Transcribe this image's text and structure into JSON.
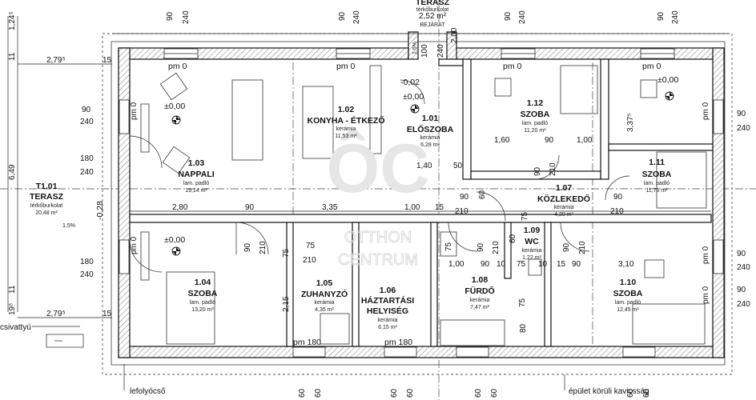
{
  "terrace_top": {
    "no": "TERASZ",
    "material": "térkőburkolat",
    "area": "2,52 m²",
    "entrance": "BEJÁRAT"
  },
  "terrace_left": {
    "no": "T1.01",
    "name": "TERASZ",
    "material": "térkőburkolat",
    "area": "20,48 m²",
    "slope": "1,5%",
    "slope2": "1,5%"
  },
  "rooms": {
    "r102": {
      "no": "1.02",
      "name": "KONYHA - ÉTKEZŐ",
      "material": "kerámia",
      "area": "11,53 m²"
    },
    "r101": {
      "no": "1.01",
      "name": "ELŐSZOBA",
      "material": "kerámia",
      "area": "6,28 m²"
    },
    "r112": {
      "no": "1.12",
      "name": "SZOBA",
      "material": "lam. padló",
      "area": "11,20 m²"
    },
    "r111": {
      "no": "1.11",
      "name": "SZOBA",
      "material": "lam. padló",
      "area": "11,75 m²"
    },
    "r103": {
      "no": "1.03",
      "name": "NAPPALI",
      "material": "lam. padló",
      "area": "19,14 m²"
    },
    "r107": {
      "no": "1.07",
      "name": "KÖZLEKEDŐ",
      "material": "kerámia",
      "area": "4,20 m²"
    },
    "r109": {
      "no": "1.09",
      "name": "WC",
      "material": "kerámia",
      "area": "1,22 m²"
    },
    "r104": {
      "no": "1.04",
      "name": "SZOBA",
      "material": "lam. padló",
      "area": "13,20 m²"
    },
    "r105": {
      "no": "1.05",
      "name": "ZUHANYZÓ",
      "material": "kerámia",
      "area": "4,35 m²"
    },
    "r106": {
      "no": "1.06",
      "name1": "HÁZTARTÁSI",
      "name2": "HELYISÉG",
      "material": "kerámia",
      "area": "6,15 m²"
    },
    "r108": {
      "no": "1.08",
      "name": "FÜRDŐ",
      "material": "kerámia",
      "area": "7,47 m²"
    },
    "r110": {
      "no": "1.10",
      "name": "SZOBA",
      "material": "lam. padló",
      "area": "12,45 m²"
    }
  },
  "levels": {
    "zero": "±0,00",
    "minus": "-0,02",
    "neg28": "-0,28",
    "pm0": "pm 0",
    "pm180": "pm 180"
  },
  "dims": {
    "d90": "90",
    "d240": "240",
    "d180": "180",
    "d210": "210",
    "d75": "75",
    "d60": "60",
    "d50": "50",
    "d15": "15",
    "d10": "10",
    "d100": "100",
    "d200": "2,00",
    "d15pct": "1,5%",
    "d124": "1,24⁵",
    "d11": "11",
    "d279": "2,79⁵",
    "d649": "6,49",
    "d19": "19⁵",
    "d280": "2,80",
    "d335": "3,35",
    "d100b": "1,00",
    "d160": "1,60",
    "d140": "1,40",
    "d337": "3,37⁵",
    "d215": "2,15",
    "d310": "3,10",
    "d80": "80"
  },
  "labels": {
    "pipe": "lefolyócső",
    "gravel": "épület körüli kavicsság",
    "drain": "csivattyú"
  },
  "watermark": {
    "logo": "ÔC",
    "line1": "OTTHON",
    "line2": "CENTRUM"
  }
}
